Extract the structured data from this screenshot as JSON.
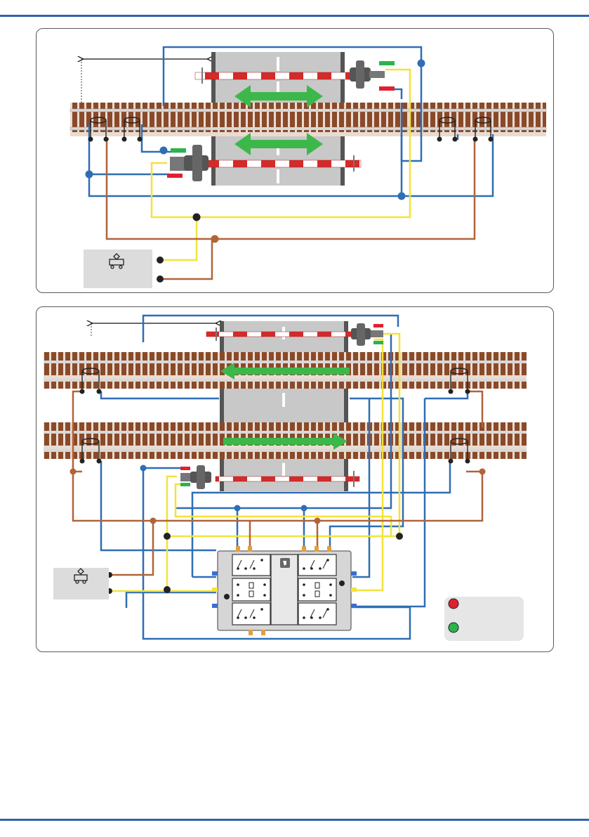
{
  "colors": {
    "frame_rule": "#2f63a8",
    "wire_blue": "#2f6db5",
    "wire_yellow": "#f2e33a",
    "wire_brown": "#b0643a",
    "rail_tie": "#8a4a2a",
    "rail_steel": "#d8d8d8",
    "road": "#c8c8c8",
    "barrier_red": "#d42a2a",
    "arrow_green": "#3cb84a",
    "lamp_red": "#e02030",
    "lamp_green": "#2db34a",
    "transformer_box": "#dcdcdc"
  },
  "panels": [
    {
      "name": "single-track-crossing-diagram",
      "tracks": 1,
      "has_relay_module": false
    },
    {
      "name": "double-track-crossing-diagram",
      "tracks": 2,
      "has_relay_module": true
    }
  ],
  "icons": {
    "transformer": "transformer-symbol-icon",
    "relay_logo": "relay-module-logo-icon",
    "lamp_red": "red-signal-lamp-icon",
    "lamp_green": "green-signal-lamp-icon"
  }
}
